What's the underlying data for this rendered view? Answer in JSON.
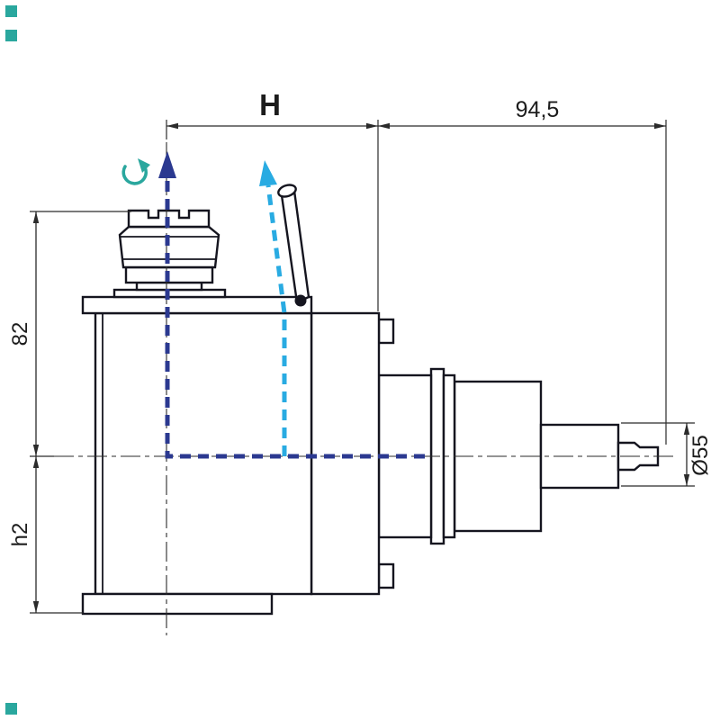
{
  "dims": {
    "h": "H",
    "len": "94,5",
    "height": "82",
    "h2": "h2",
    "dia": "Ø55"
  },
  "colors": {
    "outline": "#15151f",
    "dimension": "#2b2b2b",
    "arrow_dark_blue": "#2b3990",
    "arrow_light_blue": "#29abe2",
    "accent_teal": "#2aa79e"
  },
  "icons": {
    "rotation": "rotation-ccw-icon",
    "flow_primary": "arrow-up-dark-icon",
    "flow_secondary": "arrow-up-angled-icon"
  }
}
